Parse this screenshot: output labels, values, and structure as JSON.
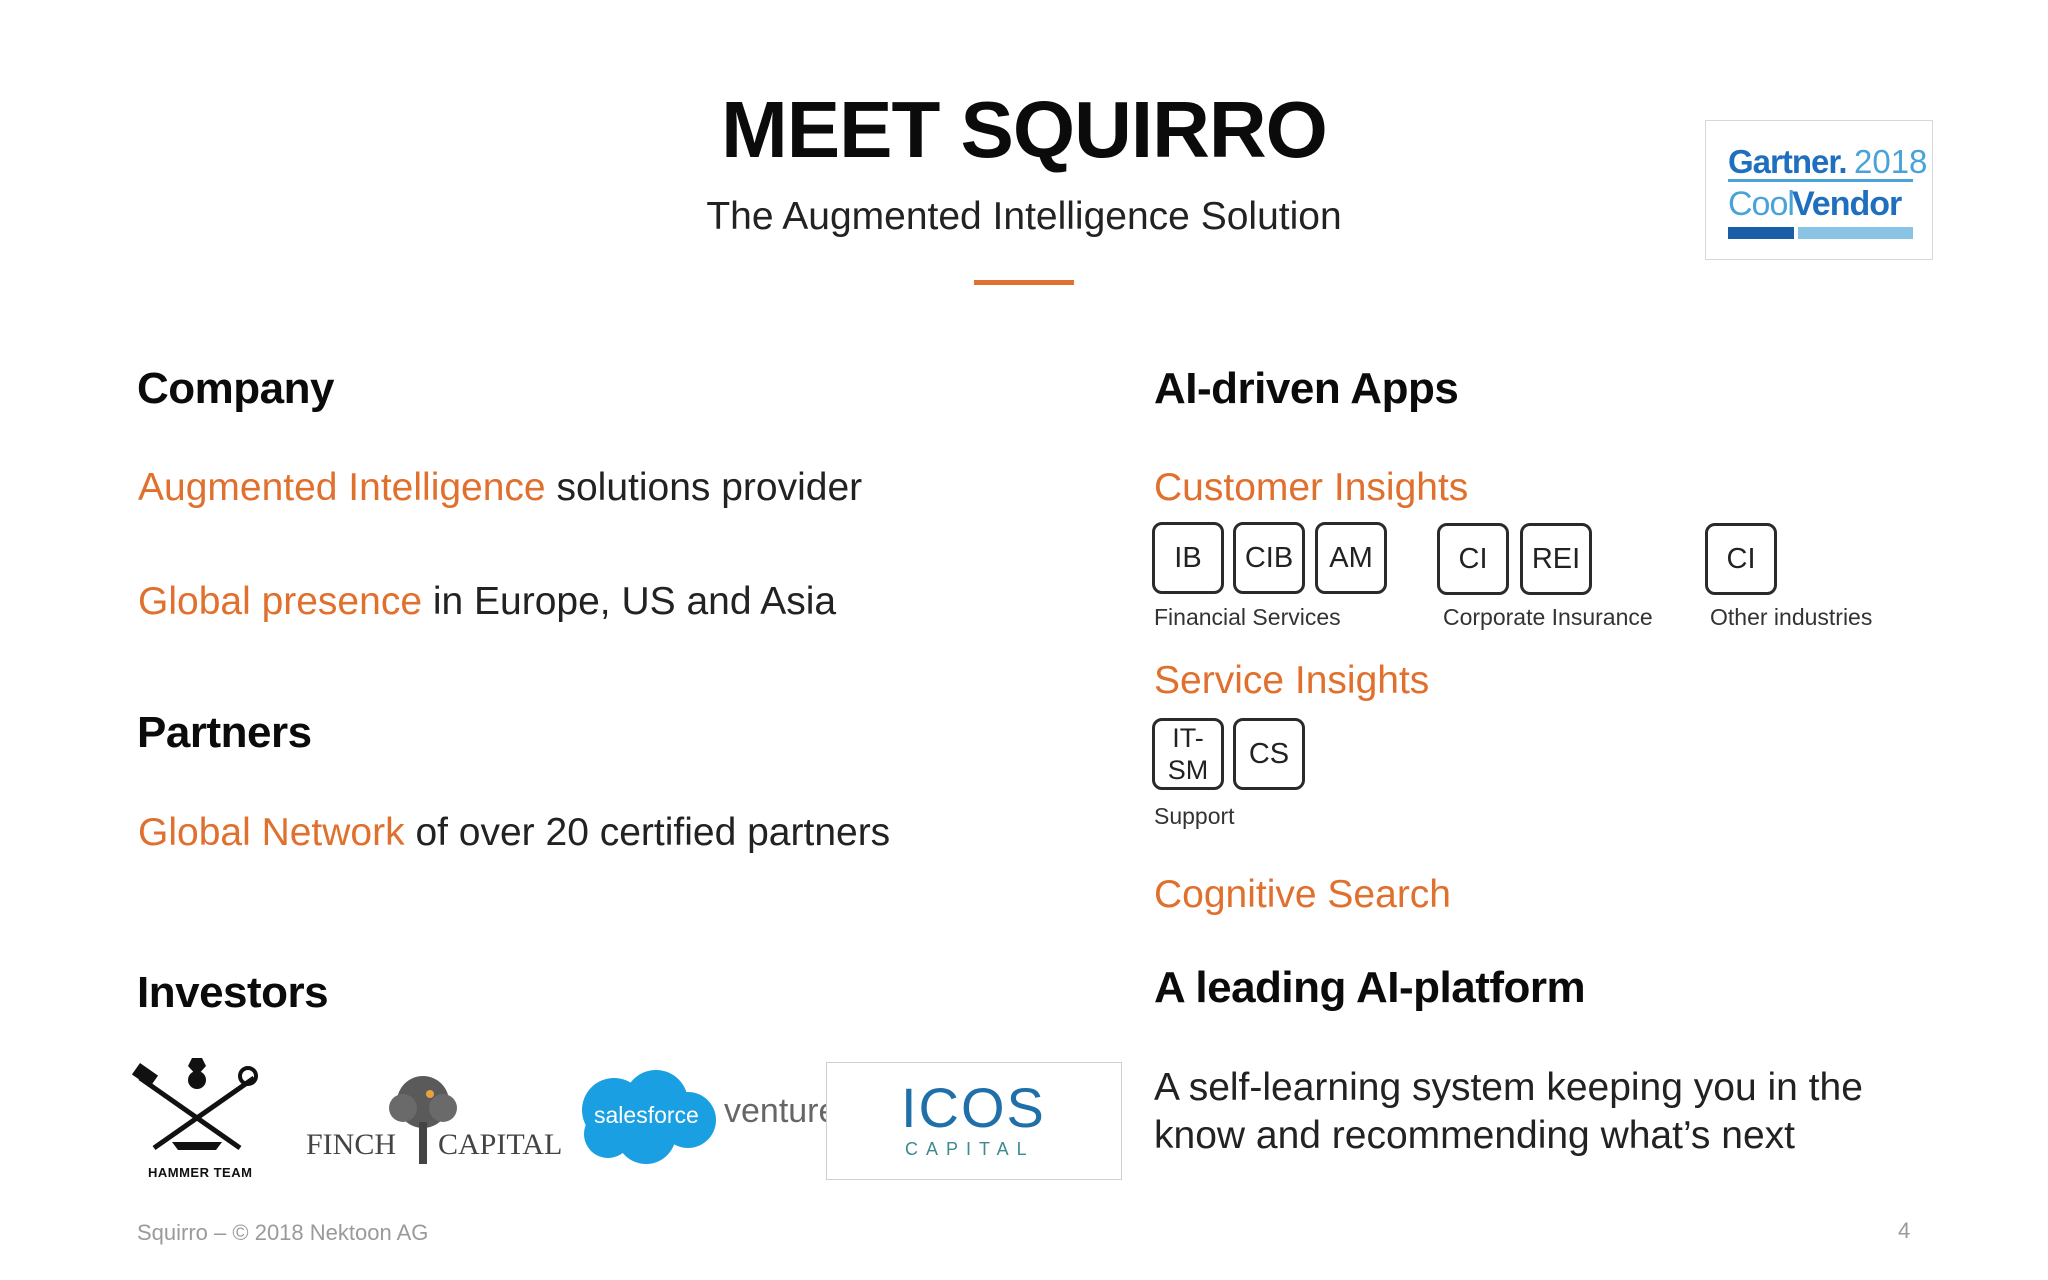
{
  "header": {
    "title": "MEET SQUIRRO",
    "subtitle": "The Augmented Intelligence Solution",
    "accent_color": "#e0702e"
  },
  "badge": {
    "brand": "Gartner.",
    "year": "2018",
    "cool": "Cool",
    "vendor": "Vendor"
  },
  "left": {
    "company": {
      "heading": "Company",
      "line1": {
        "highlight": "Augmented Intelligence",
        "rest": " solutions provider"
      },
      "line2": {
        "highlight": "Global presence",
        "rest": " in Europe, US and Asia"
      }
    },
    "partners": {
      "heading": "Partners",
      "line1": {
        "highlight": "Global Network",
        "rest": " of over 20 certified partners"
      }
    },
    "investors": {
      "heading": "Investors",
      "logos": {
        "hammer": "HAMMER TEAM",
        "finch_left": "FINCH",
        "finch_right": "CAPITAL",
        "salesforce": "salesforce",
        "ventures": "ventures",
        "icos": "ICOS",
        "icos_sub": "CAPITAL"
      }
    }
  },
  "right": {
    "apps": {
      "heading": "AI-driven Apps",
      "customer_insights": {
        "heading": "Customer Insights",
        "groups": [
          {
            "label": "Financial Services",
            "chips": [
              "IB",
              "CIB",
              "AM"
            ]
          },
          {
            "label": "Corporate Insurance",
            "chips": [
              "CI",
              "REI"
            ]
          },
          {
            "label": "Other industries",
            "chips": [
              "CI"
            ]
          }
        ]
      },
      "service_insights": {
        "heading": "Service Insights",
        "groups": [
          {
            "label": "Support",
            "chips": [
              "IT-\nSM",
              "CS"
            ]
          }
        ]
      },
      "cognitive_search": "Cognitive Search"
    },
    "platform": {
      "heading": "A leading AI-platform",
      "line1": "A self-learning system keeping you in the",
      "line2": "know and recommending what’s next"
    }
  },
  "footer": {
    "copyright": "Squirro – © 2018 Nektoon AG",
    "page": "4"
  }
}
